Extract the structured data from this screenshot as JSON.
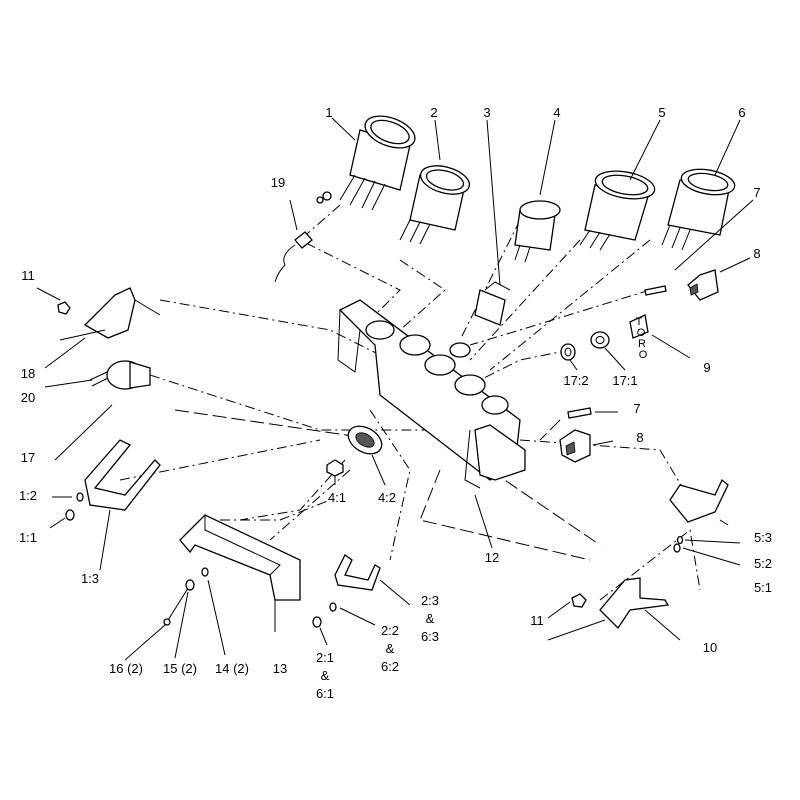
{
  "brand_mark": "TORO",
  "labels": {
    "p1": "1",
    "p2": "2",
    "p3": "3",
    "p4": "4",
    "p5": "5",
    "p6": "6",
    "p7a": "7",
    "p7b": "7",
    "p8a": "8",
    "p8b": "8",
    "p9": "9",
    "p10": "10",
    "p11a": "11",
    "p11b": "11",
    "p12": "12",
    "p13": "13",
    "p14": "14 (2)",
    "p15": "15 (2)",
    "p16": "16 (2)",
    "p17": "17",
    "p17_1": "17:1",
    "p17_2": "17:2",
    "p18": "18",
    "p19": "19",
    "p20": "20",
    "p1_1": "1:1",
    "p1_2": "1:2",
    "p1_3": "1:3",
    "p2_1": "2:1",
    "p2_1_amp": "&",
    "p6_1": "6:1",
    "p2_2": "2:2",
    "p2_2_amp": "&",
    "p6_2": "6:2",
    "p2_3": "2:3",
    "p2_3_amp": "&",
    "p6_3": "6:3",
    "p4_1": "4:1",
    "p4_2": "4:2",
    "p5_1": "5:1",
    "p5_2": "5:2",
    "p5_3": "5:3"
  }
}
